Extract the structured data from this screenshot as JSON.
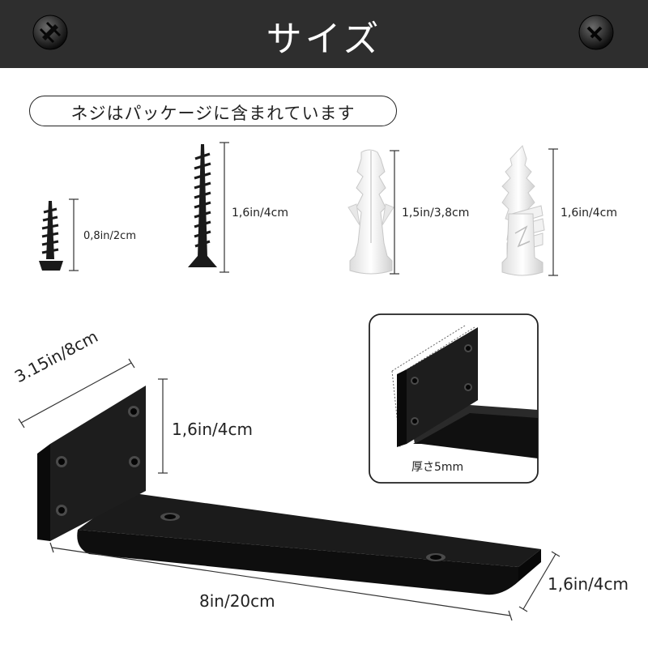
{
  "header": {
    "title": "サイズ"
  },
  "package_note": "ネジはパッケージに含まれています",
  "hardware": [
    {
      "name": "short-screw",
      "length_label": "0,8in/2cm"
    },
    {
      "name": "long-screw",
      "length_label": "1,6in/4cm"
    },
    {
      "name": "wall-anchor-plug",
      "length_label": "1,5in/3,8cm"
    },
    {
      "name": "drywall-anchor",
      "length_label": "1,6in/4cm"
    }
  ],
  "bracket": {
    "width_label": "3.15in/8cm",
    "height_label": "1,6in/4cm",
    "length_label": "8in/20cm",
    "depth_label": "1,6in/4cm"
  },
  "detail_inset": {
    "thickness_label": "厚さ5mm"
  },
  "colors": {
    "header_bg": "#2e2e2e",
    "header_text": "#ffffff",
    "bracket": "#151515",
    "anchor": "#efefef"
  }
}
